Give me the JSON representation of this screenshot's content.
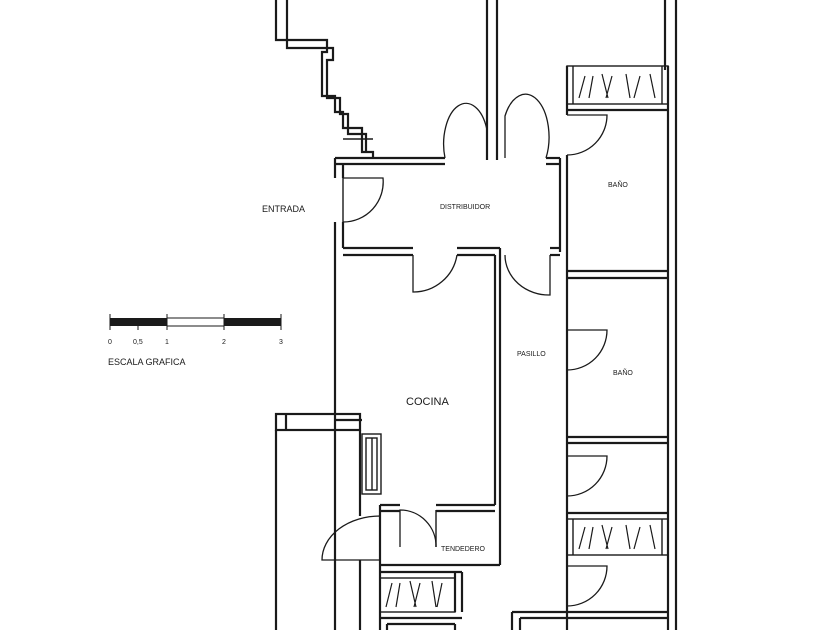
{
  "rooms": {
    "entrada": "ENTRADA",
    "distribuidor": "DISTRIBUIDOR",
    "bano_1": "BAÑO",
    "bano_2": "BAÑO",
    "pasillo": "PASILLO",
    "cocina": "COCINA",
    "tendedero": "TENDEDERO"
  },
  "scale_bar": {
    "title": "ESCALA GRAFICA",
    "ticks": [
      "0",
      "0,5",
      "1",
      "2",
      "3"
    ]
  }
}
